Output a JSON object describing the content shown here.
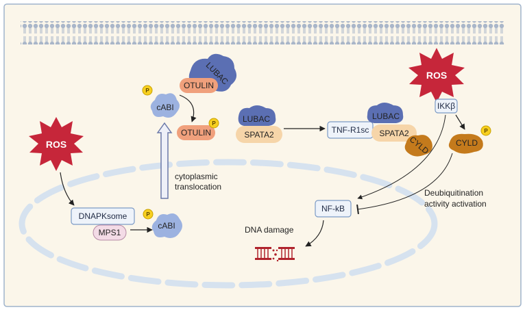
{
  "diagram": {
    "ros_labels": [
      "ROS",
      "ROS"
    ],
    "proteins": {
      "lubac_top": "LUBAC",
      "otulin_top": "OTULIN",
      "cabi_top": "cABI",
      "otulin_bottom": "OTULIN",
      "lubac_mid": "LUBAC",
      "spata2_mid": "SPATA2",
      "tnfr1sc": "TNF-R1sc",
      "lubac_right": "LUBAC",
      "spata2_right": "SPATA2",
      "cyld_complex": "CYLD",
      "ikkb": "IKKβ",
      "cyld_free": "CYLD",
      "dnapksome": "DNAPKsome",
      "mps1": "MPS1",
      "cabi_nuclear": "cABI",
      "nfkb": "NF-kB"
    },
    "phospho_label": "P",
    "annotations": {
      "translocation_line1": "cytoplasmic",
      "translocation_line2": "translocation",
      "dna_damage": "DNA damage",
      "deubiq_line1": "Deubiquitination",
      "deubiq_line2": "activity activation"
    },
    "colors": {
      "background": "#fbf6ea",
      "frame": "#9fb3cc",
      "membrane": "#a9b6c9",
      "nucleus": "#d6e2ef",
      "ros": "#c6263a",
      "lubac": "#5b6fb3",
      "otulin": "#f0a07c",
      "cabi": "#9cb2e0",
      "spata2": "#f6d5a9",
      "cyld": "#c47a1c",
      "phospho": "#f7cf1f",
      "box_fill": "#eef3fa",
      "box_stroke": "#7b9ac5",
      "dna": "#b0232c"
    }
  }
}
